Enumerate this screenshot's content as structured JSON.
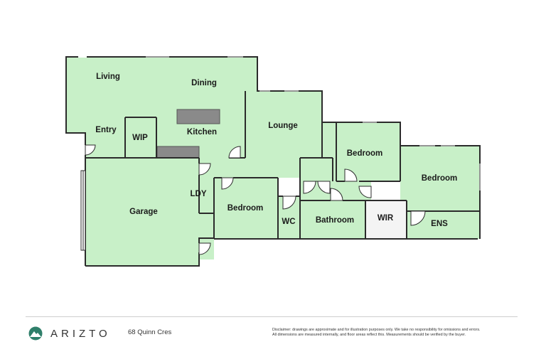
{
  "rooms": {
    "living": "Living",
    "dining": "Dining",
    "entry": "Entry",
    "wip": "WIP",
    "kitchen": "Kitchen",
    "lounge": "Lounge",
    "bedroom_north": "Bedroom",
    "bedroom_master": "Bedroom",
    "garage": "Garage",
    "ldy": "LDY",
    "bedroom_south": "Bedroom",
    "wc": "WC",
    "bathroom": "Bathroom",
    "wir": "WIR",
    "ens": "ENS"
  },
  "footer": {
    "brand": "ARIZTO",
    "address": "68 Quinn Cres",
    "disclaimer_line1": "Disclaimer: drawings are approximate and for illustration purposes only. We take no responsibility for omissions and errors.",
    "disclaimer_line2": "All dimensions are measured internally, and floor areas reflect this. Measurements should be verified by the buyer."
  },
  "colors": {
    "floor": "#c8f0c8",
    "wall": "#2b2b2b",
    "bench": "#8a8a8a",
    "wir_floor": "#f4f4f4",
    "brand_mark": "#2f7f6a"
  }
}
